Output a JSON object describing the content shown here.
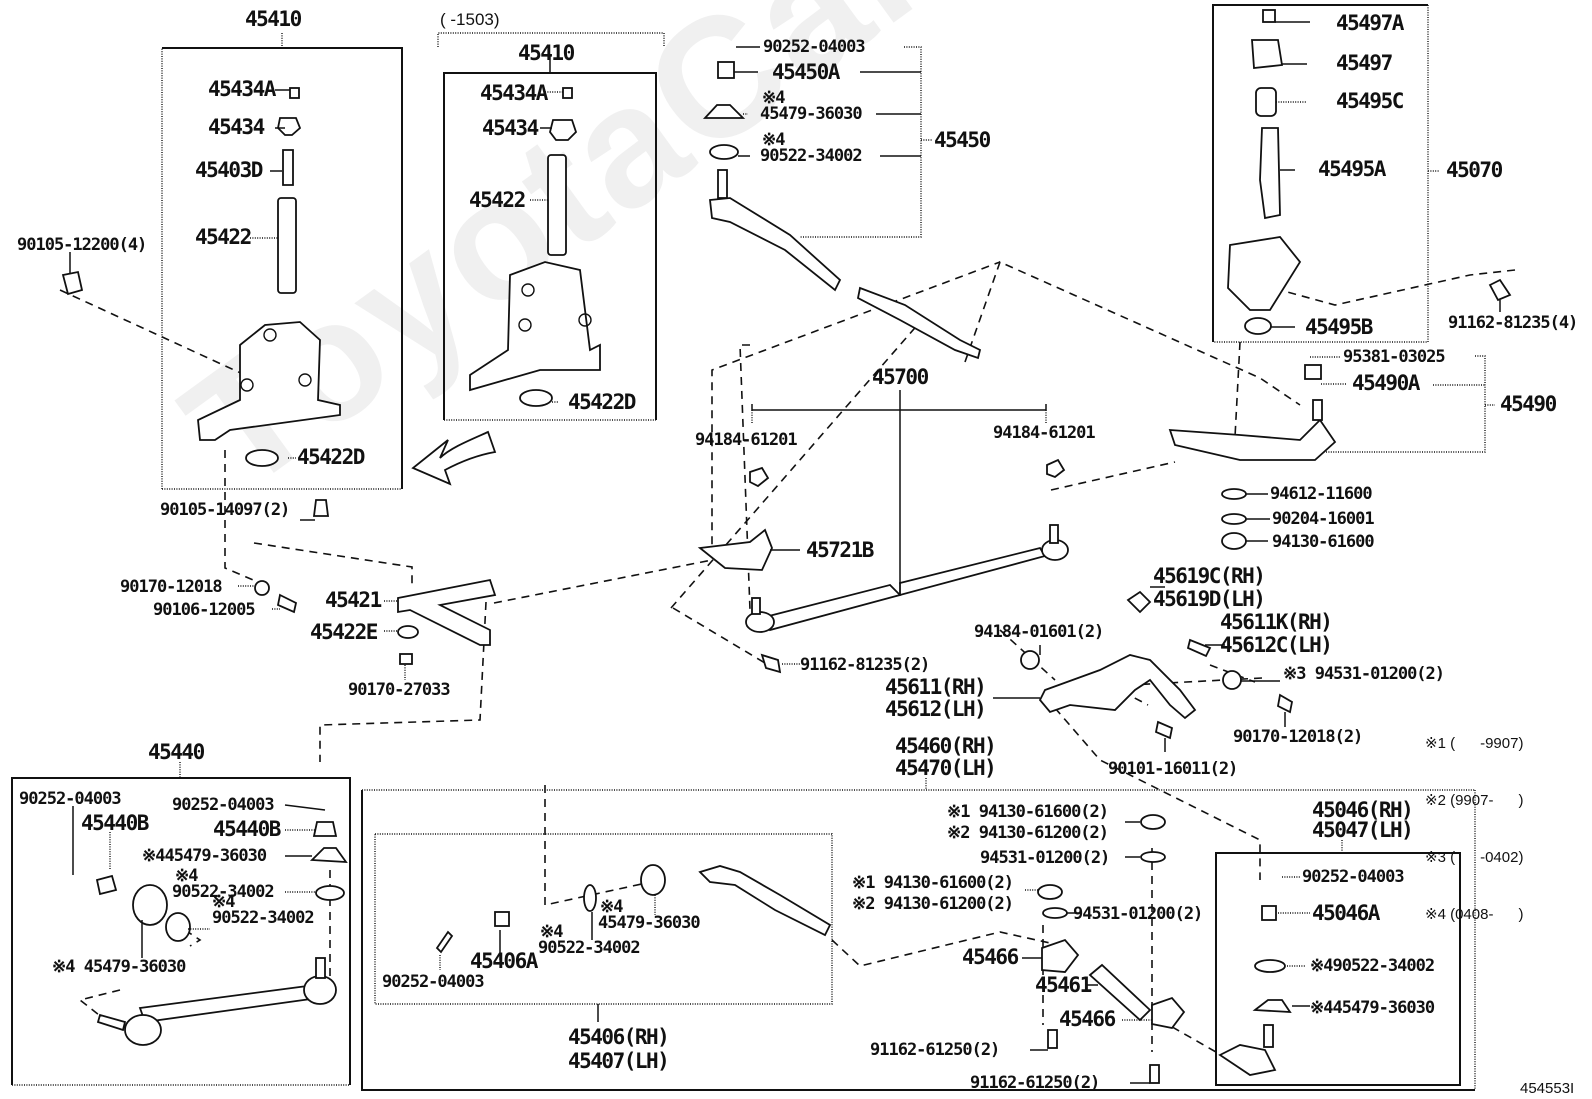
{
  "diagram": {
    "title_code": "454553I",
    "watermark": "ToyotaCarMine.ru",
    "arrow_hint": "alternate-part-arrow",
    "legend_notes": [
      {
        "mark": "※1",
        "range": "(      -9907)"
      },
      {
        "mark": "※2",
        "range": "(9907-      )"
      },
      {
        "mark": "※3",
        "range": "(      -0402)"
      },
      {
        "mark": "※4",
        "range": "(0408-      )"
      }
    ]
  },
  "groups": {
    "knuckle_left": {
      "assembly": "45410",
      "parts": [
        "45434A",
        "45434",
        "45403D",
        "45422",
        "45422D"
      ],
      "external": [
        "90105-12200(4)",
        "90105-14097(2)"
      ]
    },
    "knuckle_alt": {
      "date_range": "(      -1503)",
      "assembly": "45410",
      "parts": [
        "45434A",
        "45434",
        "45422",
        "45422D"
      ]
    },
    "tie_rod_45450": {
      "assembly": "45450",
      "parts": [
        "90252-04003",
        "45450A",
        "※4",
        "45479-36030",
        "※4",
        "90522-34002"
      ]
    },
    "idler_45070": {
      "assembly": "45070",
      "parts": [
        "45497A",
        "45497",
        "45495C",
        "45495A",
        "45495B"
      ],
      "external": [
        "91162-81235(4)"
      ]
    },
    "idler_arm_45490": {
      "assembly": "45490",
      "parts": [
        "95381-03025",
        "45490A"
      ],
      "washers": [
        "94612-11600",
        "90204-16001",
        "94130-61600"
      ]
    },
    "damper_45700": {
      "assembly": "45700",
      "parts": [
        "94184-61201",
        "94184-61201",
        "45721B",
        "91162-81235(2)"
      ]
    },
    "arm_45421": {
      "parts": [
        "90170-12018",
        "90106-12005",
        "45421",
        "45422E",
        "90170-27033"
      ]
    },
    "pitman": {
      "parts": [
        "45619C(RH)",
        "45619D(LH)",
        "45611K(RH)",
        "45612C(LH)",
        "94184-01601(2)",
        "※3 94531-01200(2)",
        "45611(RH)",
        "45612(LH)",
        "90170-12018(2)",
        "90101-16011(2)"
      ]
    },
    "drag_link_45440": {
      "assembly": "45440",
      "parts": [
        "90252-04003",
        "45440B",
        "90252-04003",
        "45440B",
        "※445479-36030",
        "※4",
        "90522-34002",
        "※4",
        "90522-34002",
        "※4 45479-36030"
      ]
    },
    "relay_rod": {
      "assembly_rh": "45460(RH)",
      "assembly_lh": "45470(LH)",
      "parts": [
        "※1 94130-61600(2)",
        "※2 94130-61200(2)",
        "94531-01200(2)",
        "※1 94130-61600(2)",
        "※2 94130-61200(2)",
        "94531-01200(2)",
        "45466",
        "45461",
        "45466",
        "91162-61250(2)",
        "91162-61250(2)"
      ]
    },
    "tie_rod_end_45406": {
      "assembly_rh": "45406(RH)",
      "assembly_lh": "45407(LH)",
      "parts": [
        "90252-04003",
        "45406A",
        "※4",
        "90522-34002",
        "※4",
        "45479-36030"
      ]
    },
    "ball_joint_45046": {
      "assembly_rh": "45046(RH)",
      "assembly_lh": "45047(LH)",
      "parts": [
        "90252-04003",
        "45046A",
        "※490522-34002",
        "※445479-36030"
      ]
    }
  }
}
